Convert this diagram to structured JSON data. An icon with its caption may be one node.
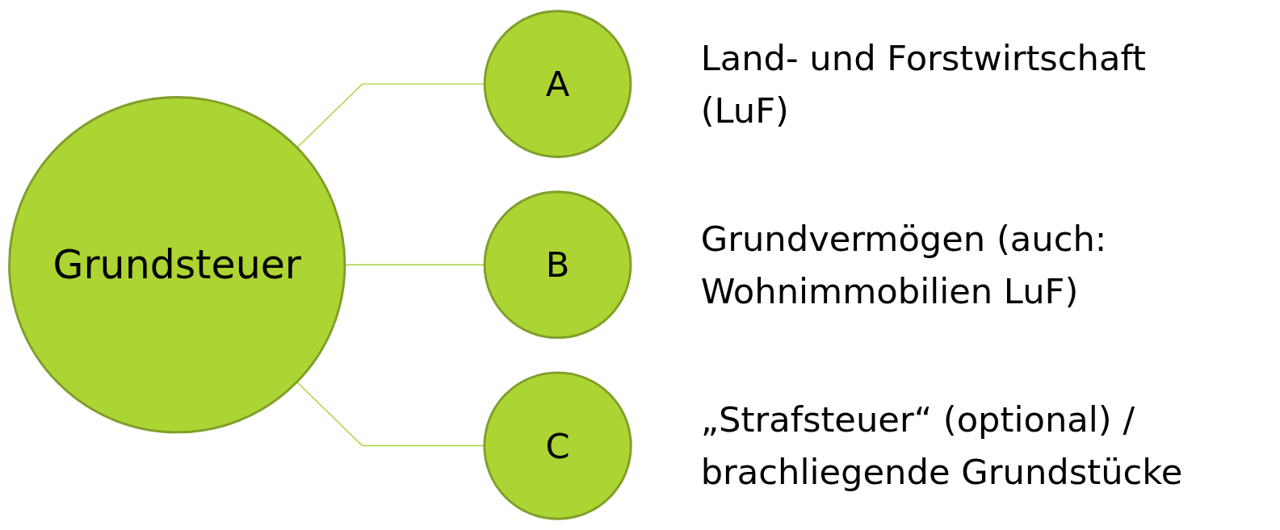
{
  "diagram": {
    "nodes": [
      {
        "text": [
          "Grundsteuer"
        ]
      },
      {
        "text": [
          "A"
        ],
        "beside": [
          "Land- und Forstwirtschaft (LuF)"
        ]
      },
      {
        "text": [
          "B"
        ],
        "beside": [
          "Grundvermögen (auch: Wohnimmobilien LuF)"
        ]
      },
      {
        "text": [
          "C"
        ],
        "beside": [
          "„Strafsteuer“ (optional) / brachliegende Grundstücke"
        ]
      }
    ],
    "edges": [
      {
        "from": 0,
        "to": 1,
        "arrow": "none"
      },
      {
        "from": 0,
        "to": 2,
        "arrow": "none"
      },
      {
        "from": 0,
        "to": 3,
        "arrow": "none"
      }
    ]
  }
}
